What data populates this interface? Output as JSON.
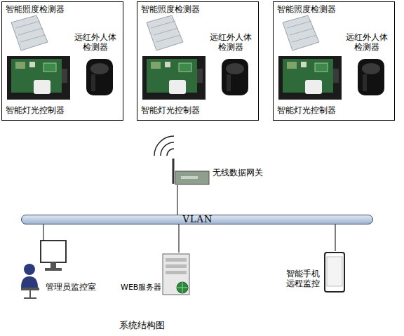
{
  "diagram": {
    "caption": "系统结构图",
    "nodes": [
      {
        "text": [
          "智能照度检测器",
          "远红外人体 检测器",
          "智能灯光控制器"
        ]
      },
      {
        "text": [
          "智能照度检测器",
          "远红外人体 检测器",
          "智能灯光控制器"
        ]
      },
      {
        "text": [
          "智能照度检测器",
          "远红外人体 检测器",
          "智能灯光控制器"
        ]
      },
      {
        "text": [
          "无线数据网关"
        ]
      },
      {
        "text": [
          "VLAN"
        ]
      },
      {
        "text": [
          "管理员监控室"
        ]
      },
      {
        "text": [
          "WEB服务器"
        ]
      },
      {
        "text": [
          "智能手机 远程监控"
        ]
      }
    ],
    "edges": [
      {
        "from": 4,
        "to": 3,
        "arrow": "none"
      },
      {
        "from": 4,
        "to": 5,
        "arrow": "none"
      },
      {
        "from": 4,
        "to": 6,
        "arrow": "none"
      },
      {
        "from": 4,
        "to": 7,
        "arrow": "none"
      }
    ]
  }
}
